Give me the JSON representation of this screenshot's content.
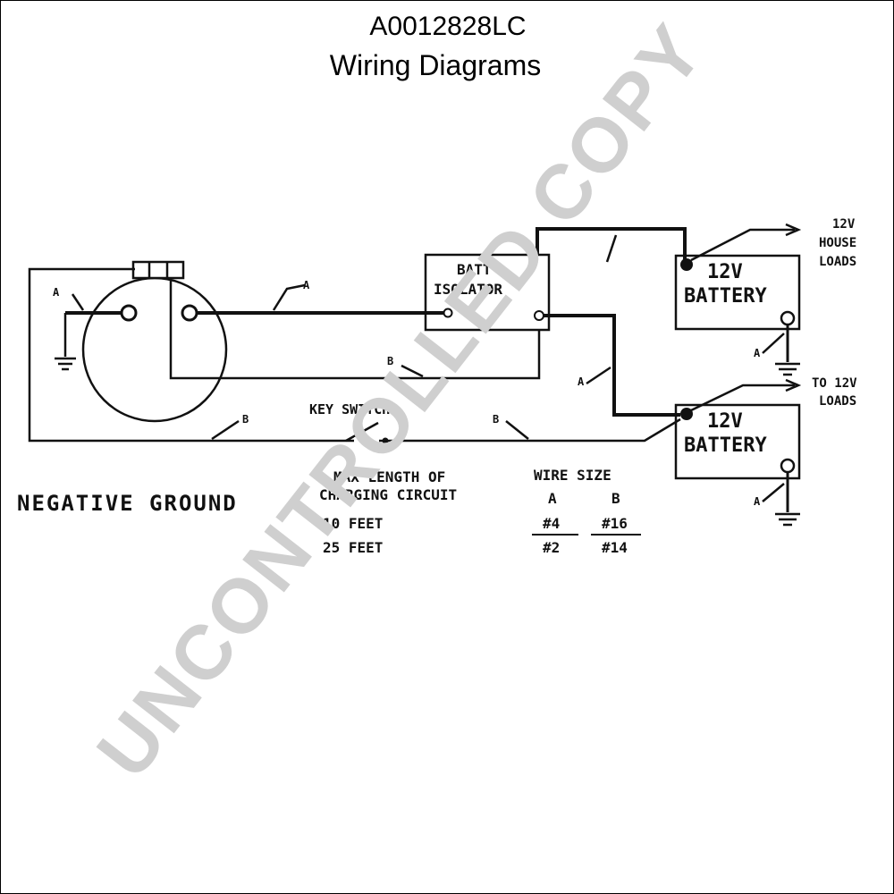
{
  "header": {
    "doc_id": "A0012828LC",
    "doc_title": "Wiring Diagrams"
  },
  "diagram": {
    "isolator_line1": "BATT",
    "isolator_line2": "ISOLATOR",
    "isolator_terminal": "A",
    "battery_top": {
      "line1": "12V",
      "line2": "BATTERY"
    },
    "battery_bottom": {
      "line1": "12V",
      "line2": "BATTERY"
    },
    "house_loads": {
      "line1": "12V",
      "line2": "HOUSE",
      "line3": "LOADS"
    },
    "to_loads": {
      "line1": "TO 12V",
      "line2": "LOADS"
    },
    "key_switch": "KEY SWITCH",
    "negative_ground": "NEGATIVE GROUND",
    "wire_labels": {
      "a": "A",
      "b": "B"
    }
  },
  "wire_table": {
    "length_header_line1": "MAX LENGTH OF",
    "length_header_line2": "CHARGING CIRCUIT",
    "size_header": "WIRE SIZE",
    "col_a": "A",
    "col_b": "B",
    "rows": [
      {
        "length": "10 FEET",
        "a": "#4",
        "b": "#16"
      },
      {
        "length": "25 FEET",
        "a": "#2",
        "b": "#14"
      }
    ]
  },
  "watermark": "UNCONTROLLED COPY"
}
